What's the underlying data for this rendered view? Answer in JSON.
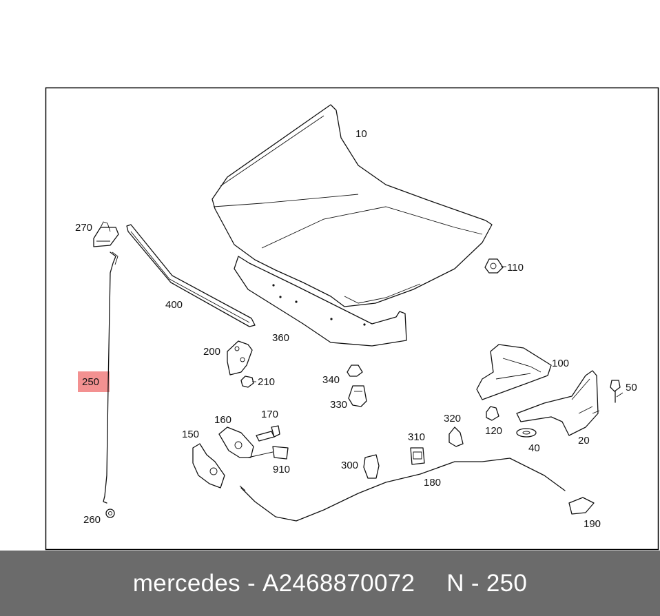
{
  "diagram": {
    "part_labels": {
      "p10": "10",
      "p20": "20",
      "p40": "40",
      "p50": "50",
      "p100": "100",
      "p110": "110",
      "p120": "120",
      "p150": "150",
      "p160": "160",
      "p170": "170",
      "p180": "180",
      "p190": "190",
      "p200": "200",
      "p210": "210",
      "p250": "250",
      "p260": "260",
      "p270": "270",
      "p300": "300",
      "p310": "310",
      "p320": "320",
      "p330": "330",
      "p340": "340",
      "p360": "360",
      "p400": "400",
      "p910": "910"
    },
    "highlight_color": "#f28b8b"
  },
  "footer": {
    "brand": "mercedes",
    "separator": " - ",
    "part_number": "A2468870072",
    "position_prefix": "N - ",
    "position": "250"
  }
}
